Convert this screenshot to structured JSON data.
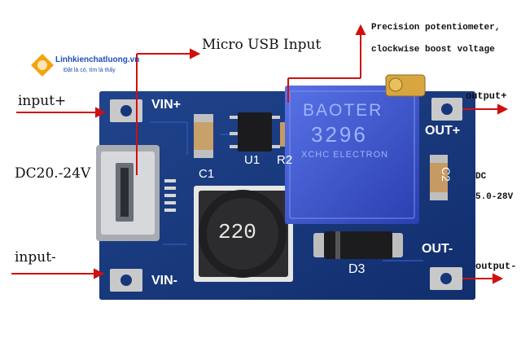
{
  "logo": {
    "name": "Linhkienchatluong.vn",
    "tagline": "Đặt là có, tìm là thấy"
  },
  "annotations": {
    "micro_usb": "Micro USB Input",
    "potentiometer_line1": "Precision potentiometer,",
    "potentiometer_line2": "clockwise boost voltage",
    "input_plus": "input+",
    "input_minus": "input-",
    "dc_input": "DC20.-24V",
    "output_plus": "output+",
    "output_minus": "output-",
    "dc_out_line1": "DC",
    "dc_out_line2": "5.0-28V"
  },
  "board_silkscreen": {
    "vin_plus": "VIN+",
    "vin_minus": "VIN-",
    "out_plus": "OUT+",
    "out_minus": "OUT-",
    "c1": "C1",
    "c2": "C2",
    "u1": "U1",
    "r2": "R2",
    "d3": "D3",
    "inductor_value": "220"
  },
  "potentiometer": {
    "brand": "BAOTER",
    "model": "3296",
    "maker": "XCHC ELECTRON"
  },
  "colors": {
    "pcb": "#16387a",
    "pad_silver": "#c9c9c9",
    "arrow_red": "#d10f0f",
    "pot_blue": "#3d5bd6",
    "logo_orange": "#f2a40c"
  }
}
